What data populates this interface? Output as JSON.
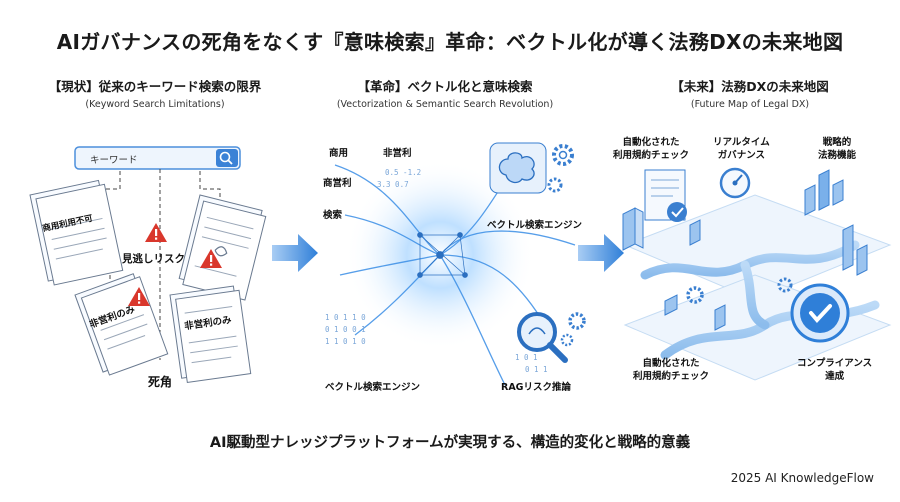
{
  "title": "AIガバナンスの死角をなくす『意味検索』革命：ベクトル化が導く法務DXの未来地図",
  "columns": [
    {
      "heading": "【現状】従来のキーワード検索の限界",
      "subheading": "(Keyword Search Limitations)"
    },
    {
      "heading": "【革命】ベクトル化と意味検索",
      "subheading": "(Vectorization & Semantic Search Revolution)"
    },
    {
      "heading": "【未来】法務DXの未来地図",
      "subheading": "(Future Map of Legal DX)"
    }
  ],
  "current": {
    "search_placeholder": "キーワード",
    "doc_labels": [
      "商用利用不可",
      "非営利のみ",
      "非営利のみ"
    ],
    "risk_label": "見逃しリスク",
    "blind_spot_label": "死角"
  },
  "revolution": {
    "word_labels": [
      "商用",
      "非営利",
      "商営利",
      "検索"
    ],
    "engine_top_label": "ベクトル検索エンジン",
    "engine_bottom_label": "ベクトル検索エンジン",
    "rag_label": "RAGリスク推論"
  },
  "future": {
    "labels": [
      "自動化された\n利用規約チェック",
      "リアルタイム\nガバナンス",
      "戦略的\n法務機能",
      "自動化された\n利用規約チェック",
      "コンプライアンス\n達成"
    ]
  },
  "bottom_text": "AI駆動型ナレッジプラットフォームが実現する、構造的変化と戦略的意義",
  "footer": "2025 AI KnowledgeFlow",
  "colors": {
    "accent": "#2f7fd8",
    "light_blue": "#dbeafb",
    "warning": "#d9372c"
  },
  "icons": [
    "search-icon",
    "warning-icon",
    "arrow-right-icon",
    "brain-icon",
    "gear-icon",
    "magnifier-icon",
    "check-icon",
    "gauge-icon",
    "chart-icon"
  ]
}
